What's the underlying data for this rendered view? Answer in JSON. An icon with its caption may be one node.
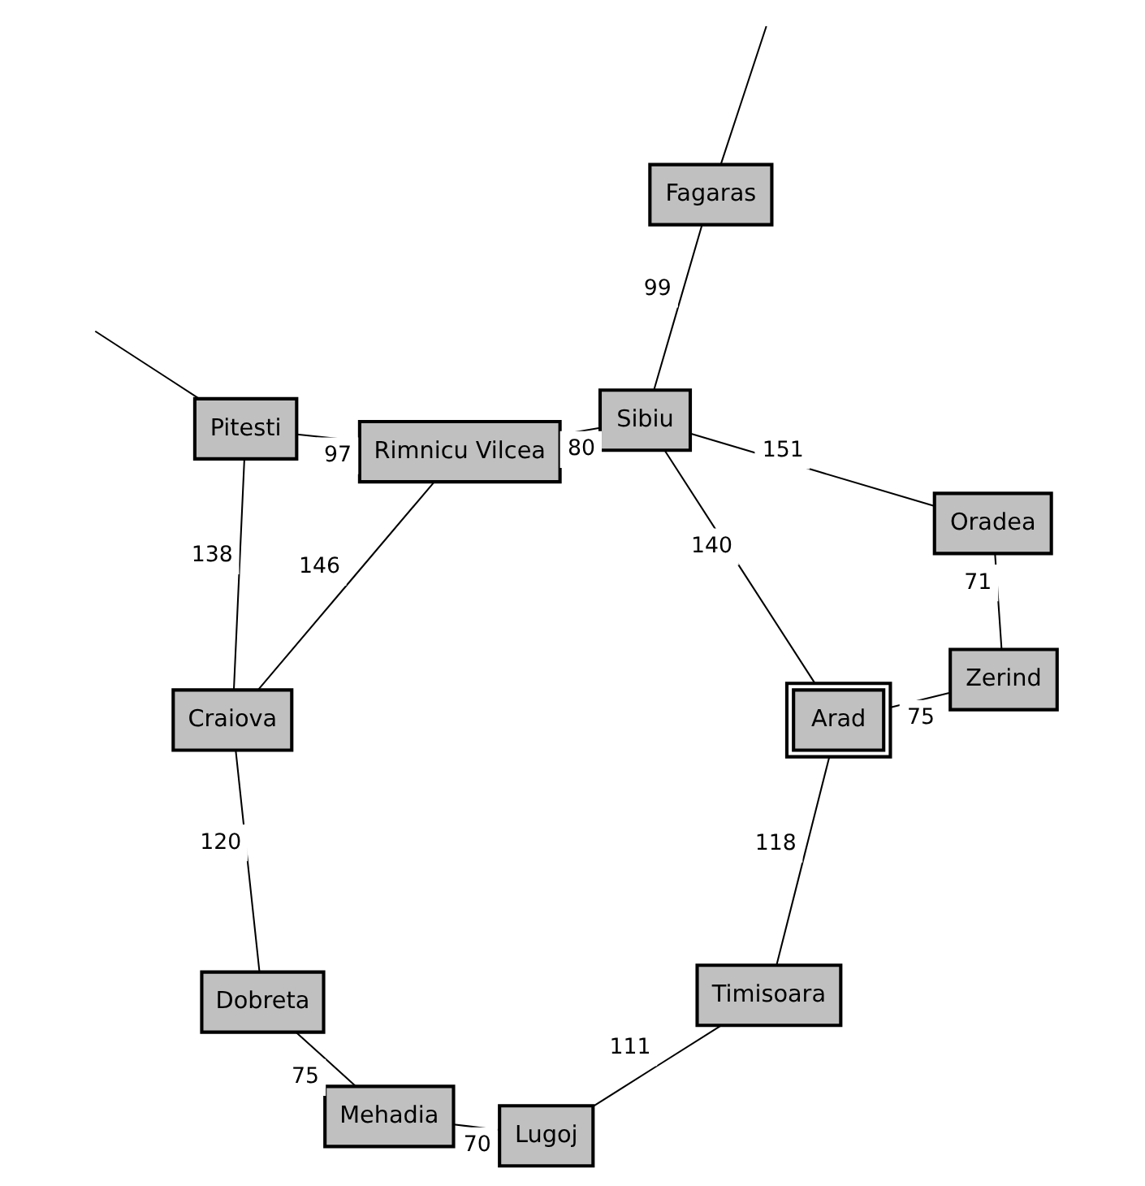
{
  "diagram": {
    "nodes": [
      {
        "text": [
          "Oradea"
        ]
      },
      {
        "text": [
          "Zerind"
        ]
      },
      {
        "text": [
          "Arad"
        ]
      },
      {
        "text": [
          "Sibiu"
        ]
      },
      {
        "text": [
          "Fagaras"
        ]
      },
      {
        "text": [
          "Timisoara"
        ]
      },
      {
        "text": [
          "Rimnicu Vilcea"
        ]
      },
      {
        "text": [
          "Lugoj"
        ]
      },
      {
        "text": [
          "Pitesti"
        ]
      },
      {
        "text": [
          "Mehadia"
        ]
      },
      {
        "text": [
          "Dobreta"
        ]
      },
      {
        "text": [
          "Craiova"
        ]
      }
    ],
    "edges": [
      {
        "from": 0,
        "to": 1,
        "arrow": "none",
        "label": "71"
      },
      {
        "from": 1,
        "to": 2,
        "arrow": "none",
        "label": "75"
      },
      {
        "from": 0,
        "to": 3,
        "arrow": "none",
        "label": "151"
      },
      {
        "from": 2,
        "to": 3,
        "arrow": "none",
        "label": "140"
      },
      {
        "from": 2,
        "to": 5,
        "arrow": "none",
        "label": "118"
      },
      {
        "from": 3,
        "to": 4,
        "arrow": "none",
        "label": "99"
      },
      {
        "from": 3,
        "to": 6,
        "arrow": "none",
        "label": "80"
      },
      {
        "from": 5,
        "to": 7,
        "arrow": "none",
        "label": "111"
      },
      {
        "from": 6,
        "to": 8,
        "arrow": "none",
        "label": "97"
      },
      {
        "from": 6,
        "to": 11,
        "arrow": "none",
        "label": "146"
      },
      {
        "from": 7,
        "to": 9,
        "arrow": "none",
        "label": "70"
      },
      {
        "from": 9,
        "to": 10,
        "arrow": "none",
        "label": "75"
      },
      {
        "from": 10,
        "to": 11,
        "arrow": "none",
        "label": "120"
      },
      {
        "from": 8,
        "to": 11,
        "arrow": "none",
        "label": "138"
      },
      {
        "from": 4,
        "to": null,
        "arrow": "none"
      },
      {
        "from": 8,
        "to": null,
        "arrow": "none"
      }
    ]
  }
}
